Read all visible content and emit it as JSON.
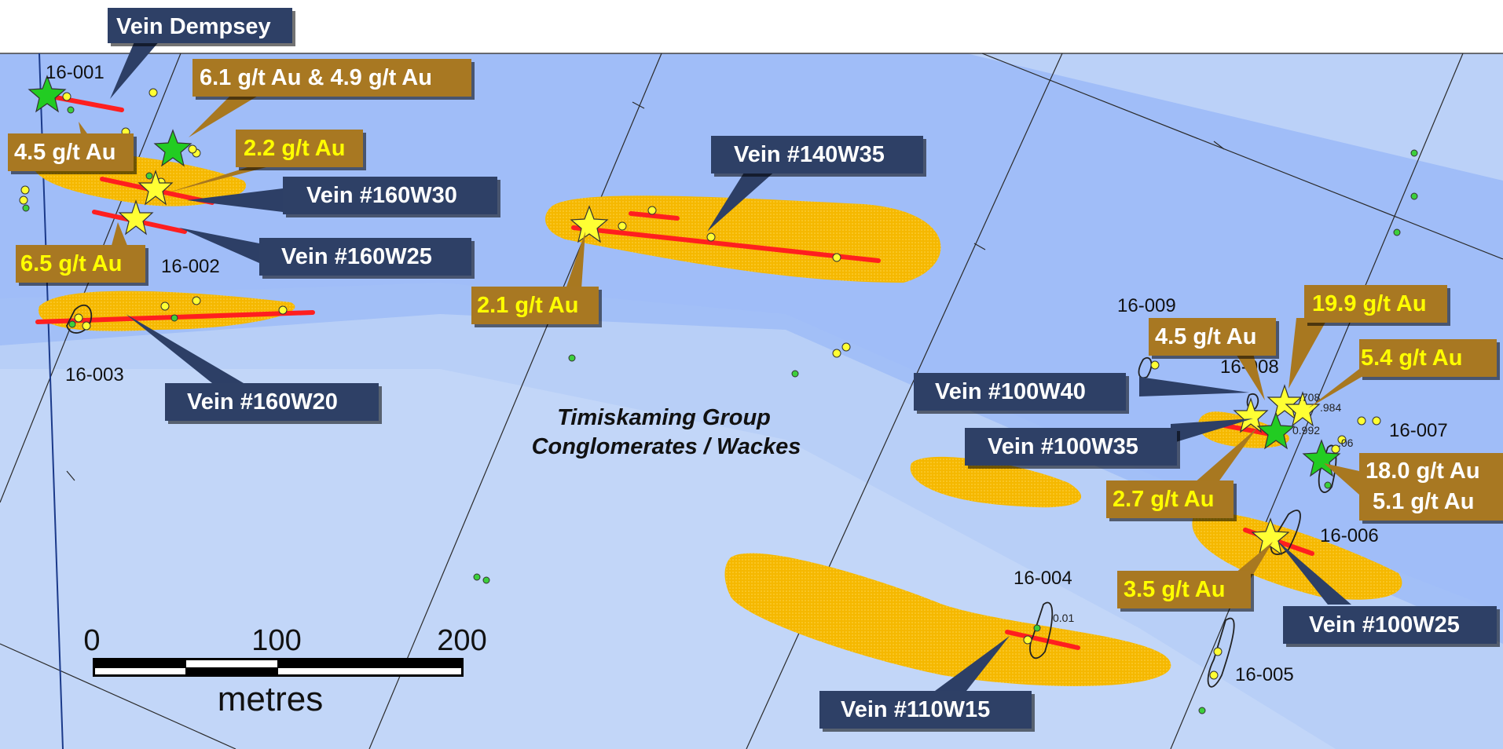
{
  "map": {
    "title_lines": [
      "Timiskaming Group",
      "Conglomerates / Wackes"
    ],
    "scale": {
      "ticks": [
        "0",
        "100",
        "200"
      ],
      "unit": "metres"
    },
    "colors": {
      "bg_light": "#c2d6f8",
      "band": "#a0bdf8",
      "band_dark": "#8faef3",
      "target": "#f5b800",
      "vein": "#ff1f1f",
      "callout_navy": "#2d3f66",
      "callout_gold": "#a87820",
      "gold_text": "#ffff00",
      "star_yellow": "#ffff33",
      "star_green": "#22cc22"
    },
    "vein_labels": [
      "Vein Dempsey",
      "Vein #140W35",
      "Vein #160W30",
      "Vein #160W25",
      "Vein #160W20",
      "Vein #100W40",
      "Vein #100W35",
      "Vein #100W25",
      "Vein #110W15"
    ],
    "assay_labels": [
      "6.1 g/t Au & 4.9 g/t Au",
      "4.5 g/t Au",
      "2.2 g/t Au",
      "6.5 g/t Au",
      "2.1 g/t Au",
      "19.9 g/t Au",
      "4.5 g/t Au",
      "5.4 g/t Au",
      "2.7 g/t Au",
      "18.0 g/t Au",
      "5.1 g/t Au",
      "3.5 g/t Au"
    ],
    "drill_holes": [
      "16-001",
      "16-002",
      "16-003",
      "16-004",
      "16-005",
      "16-006",
      "16-007",
      "16-008",
      "16-009"
    ],
    "small_values": [
      "0.01",
      ".06",
      "0.992",
      ".984",
      ".708"
    ]
  }
}
